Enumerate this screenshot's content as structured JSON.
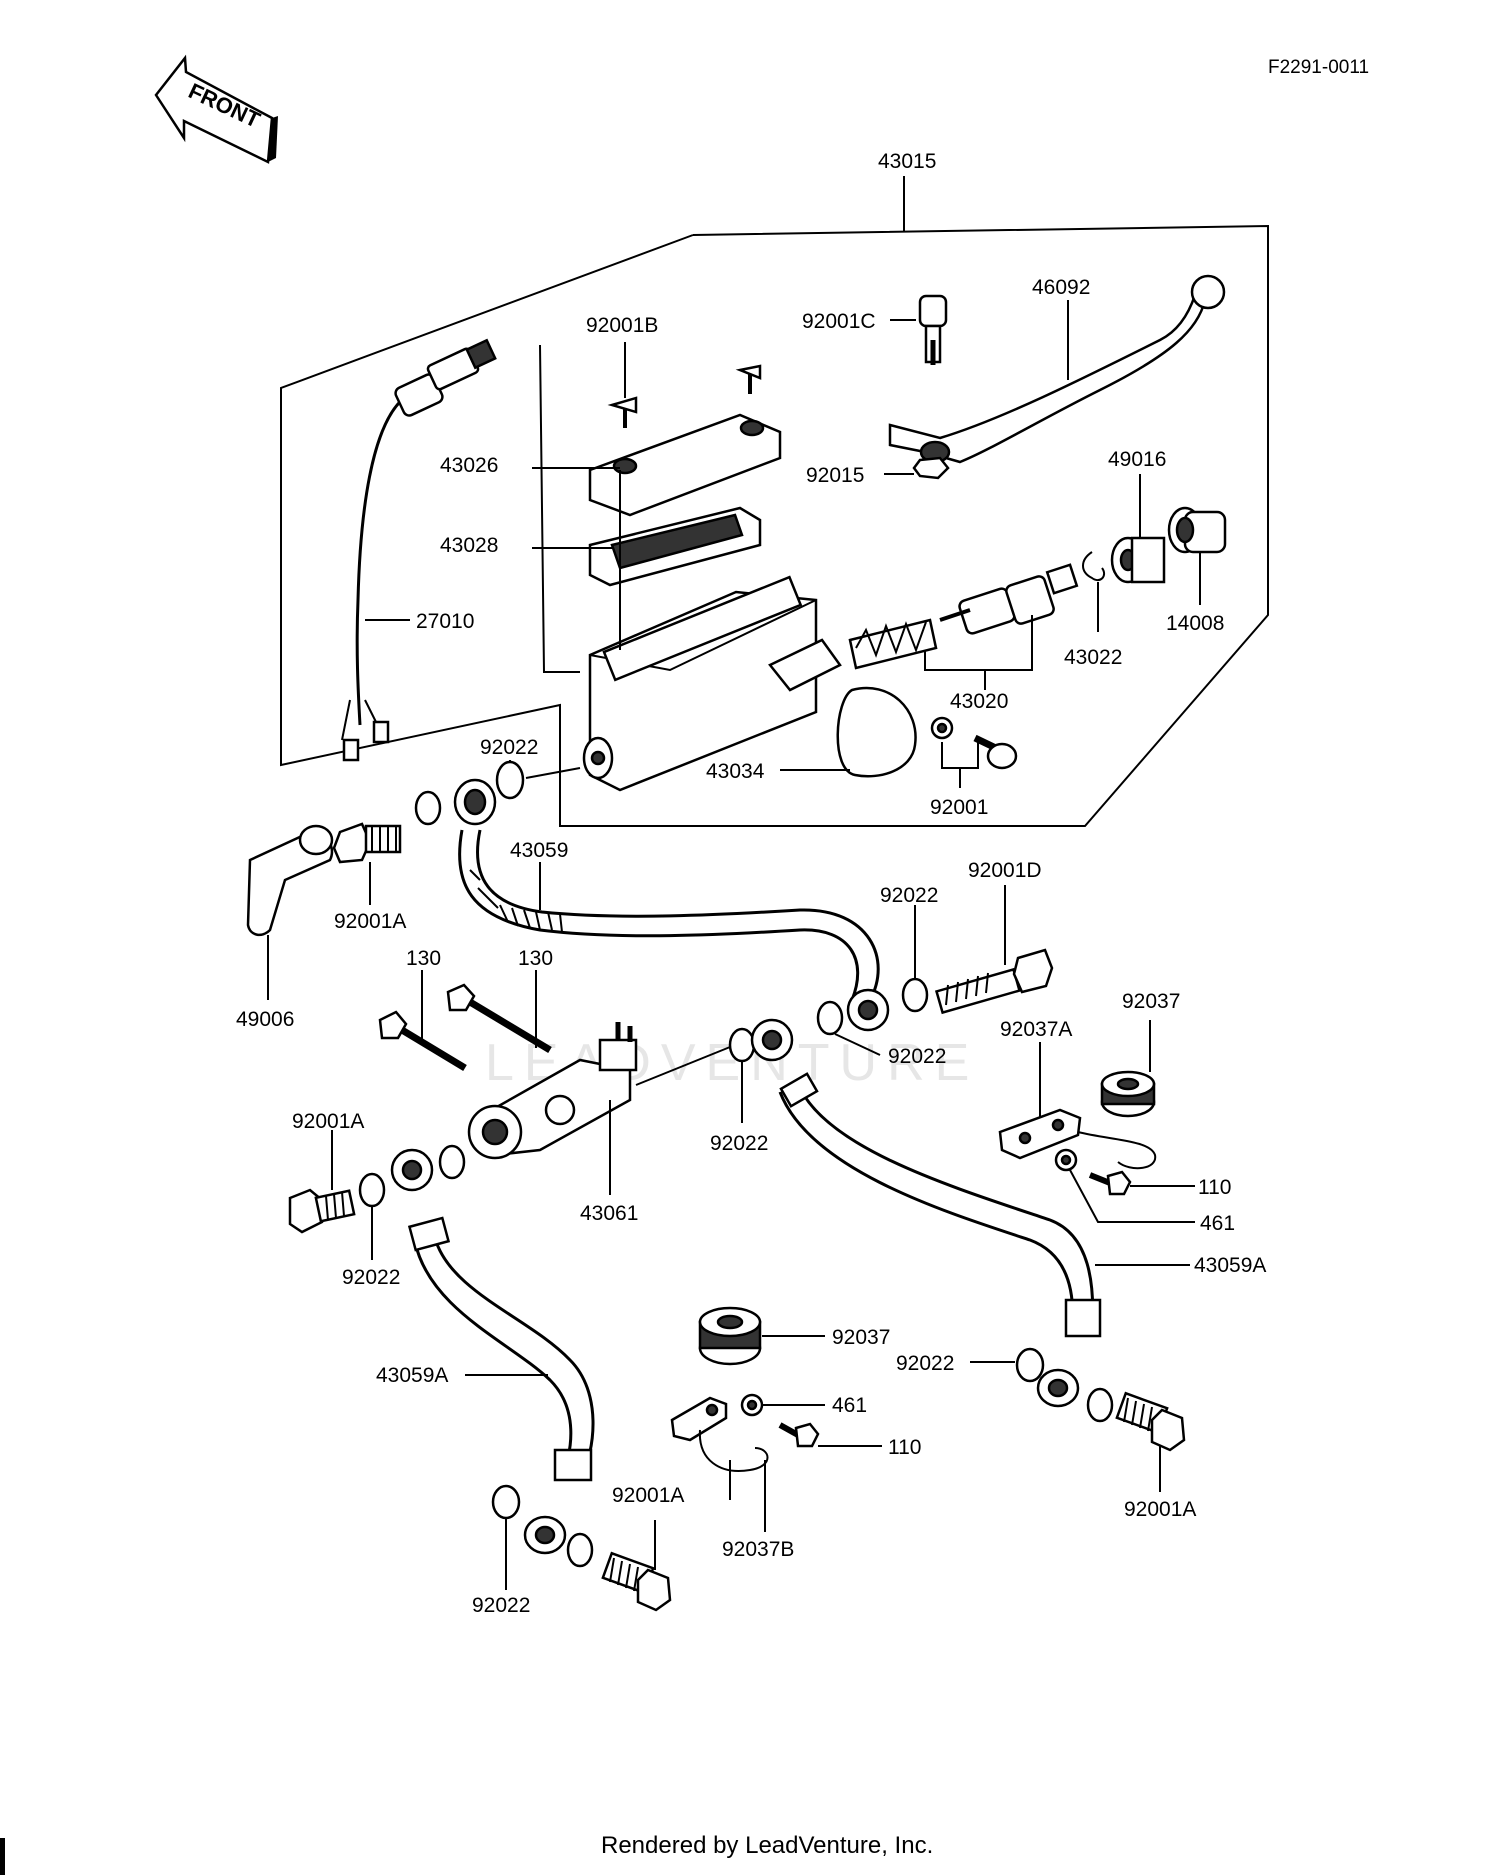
{
  "header": {
    "diagram_code": "F2291-0011",
    "front_arrow_label": "FRONT"
  },
  "footer": {
    "rendered_by": "Rendered by LeadVenture, Inc."
  },
  "watermark": {
    "text": "LEADVENTURE"
  },
  "parts": {
    "assembly": "43015",
    "bolt_b": "92001B",
    "bolt_c": "92001C",
    "lever": "46092",
    "cap": "43026",
    "diaphragm": "43028",
    "nut": "92015",
    "seal": "49016",
    "switch": "27010",
    "circlip": "43022",
    "boot": "14008",
    "piston_kit": "43020",
    "washer_top": "92022",
    "clamp": "43034",
    "bolt_clamp": "92001",
    "hose_upper": "43059",
    "bolt_d": "92001D",
    "washer_d": "92022",
    "cap_rubber": "49006",
    "bolt_a_left": "92001A",
    "bolt_130_left": "130",
    "bolt_130_right": "130",
    "washer_joint": "92022",
    "washer_mid": "92022",
    "bracket_a": "92037A",
    "grommet_top": "92037",
    "bolt_a_joint": "92001A",
    "joint": "43061",
    "washer_joint_left": "92022",
    "bolt_110_top": "110",
    "nut_461_top": "461",
    "hose_right": "43059A",
    "grommet_bottom": "92037",
    "washer_right": "92022",
    "nut_461_bottom": "461",
    "hose_left": "43059A",
    "bolt_110_bottom": "110",
    "bolt_a_bottom_left": "92001A",
    "bracket_b": "92037B",
    "bolt_a_bottom_right": "92001A",
    "washer_bottom": "92022"
  }
}
